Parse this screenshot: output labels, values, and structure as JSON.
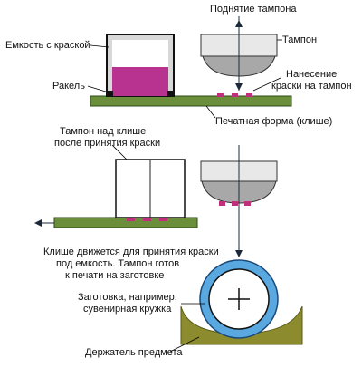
{
  "colors": {
    "ink_fill": "#b8338f",
    "printing_form": "#6b8e3a",
    "form_border": "#2d4a18",
    "pad_body": "#a8a8a8",
    "pad_top": "#e8e8e8",
    "container_border": "#111111",
    "container_inner": "#d8d8d8",
    "holder": "#8c8c2e",
    "workpiece": "#5aa8e0",
    "accent_dots": "#c0307a",
    "arrow_line": "#1a2a3a"
  },
  "labels": {
    "pad_lift": "Поднятие тампона",
    "ink_container": "Емкость с краской",
    "pad": "Тампон",
    "doctor_blade": "Ракель",
    "ink_application_line1": "Нанесение",
    "ink_application_line2": "краски на тампон",
    "printing_form": "Печатная форма (клише)",
    "pad_over_cliche_line1": "Тампон над клише",
    "pad_over_cliche_line2": "после принятия краски",
    "cliche_moves_line1": "Клише движется для принятия краски",
    "cliche_moves_line2": "под емкость. Тампон готов",
    "cliche_moves_line3": "к печати на заготовке",
    "workpiece_line1": "Заготовка, например,",
    "workpiece_line2": "сувенирная кружка",
    "object_holder": "Держатель предмета"
  }
}
